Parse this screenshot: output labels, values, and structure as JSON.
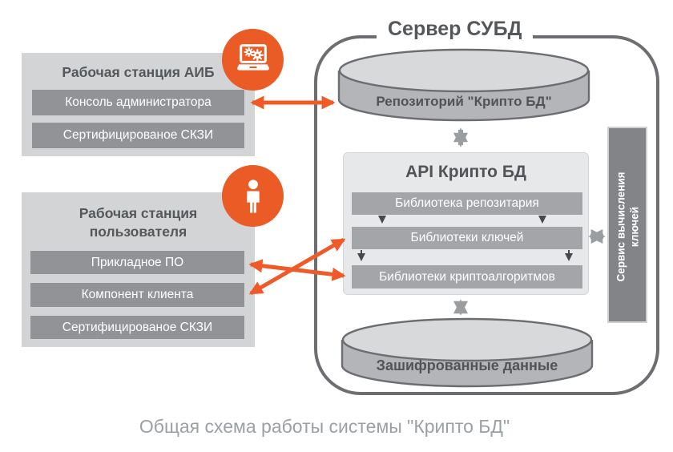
{
  "workstation_aib": {
    "title": "Рабочая станция АИБ",
    "items": [
      "Консоль администратора",
      "Сертифицированое СКЗИ"
    ]
  },
  "workstation_user": {
    "title_line1": "Рабочая станция",
    "title_line2": "пользователя",
    "items": [
      "Прикладное ПО",
      "Компонент клиента",
      "Сертифицированое СКЗИ"
    ]
  },
  "server": {
    "title": "Сервер СУБД",
    "repository_label": "Репозиторий \"Крипто БД\"",
    "api": {
      "title": "API Крипто БД",
      "items": [
        "Библиотека репозитария",
        "Библиотеки ключей",
        "Библиотеки криптоалгоритмов"
      ]
    },
    "key_service": {
      "line1": "Сервис вычисления",
      "line2": "ключей"
    },
    "encrypted_data_label": "Зашифрованные данные"
  },
  "icons": {
    "admin_badge": "laptop-gears-icon",
    "user_badge": "person-icon"
  },
  "colors": {
    "accent_orange": "#ea5b25",
    "arrow_orange": "#f05a28",
    "arrow_gray": "#9b9ea1",
    "box_light": "#d2d4d5",
    "box_dark": "#919396",
    "server_border": "#6c6e71",
    "text_dark": "#55585b",
    "caption_gray": "#9ba0a5"
  },
  "caption": "Общая схема работы системы \"Крипто БД\""
}
